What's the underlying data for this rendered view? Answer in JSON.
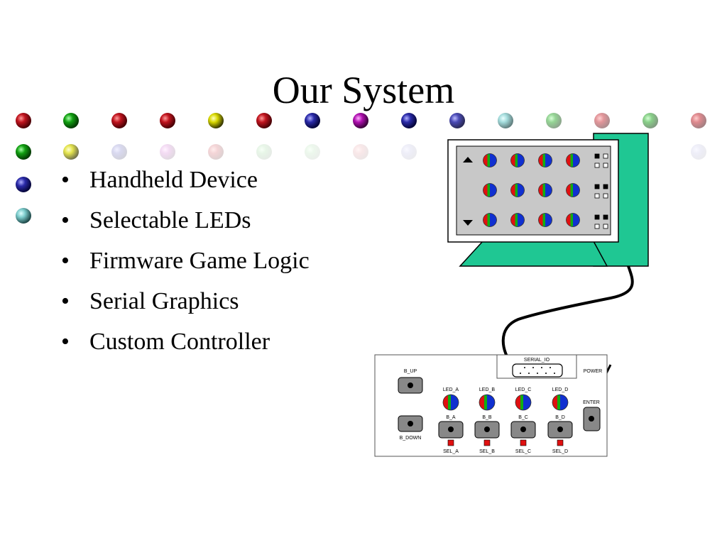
{
  "slide": {
    "title": "Our System",
    "bullets": [
      "Handheld Device",
      "Selectable LEDs",
      "Firmware Game Logic",
      "Serial Graphics",
      "Custom Controller"
    ],
    "bullet_glyph": "•"
  },
  "controller": {
    "serial_label": "SERIAL_IO",
    "power_label": "POWER",
    "enter_label": "ENTER",
    "up_label": "B_UP",
    "down_label": "B_DOWN",
    "led_labels": [
      "LED_A",
      "LED_B",
      "LED_C",
      "LED_D"
    ],
    "button_labels": [
      "B_A",
      "B_B",
      "B_C",
      "B_D"
    ],
    "select_labels": [
      "SEL_A",
      "SEL_B",
      "SEL_C",
      "SEL_D"
    ]
  },
  "colors": {
    "monitor_green": "#1fc793",
    "screen_gray": "#c8c8c8",
    "led_red": "#e01010",
    "led_green": "#10b010",
    "led_blue": "#1030d0",
    "select_red": "#e01010",
    "button_gray": "#888888"
  },
  "icons": {
    "up_arrow": "triangle-up-icon",
    "down_arrow": "triangle-down-icon",
    "led": "rgb-led-icon",
    "bead": "glass-bead-icon"
  }
}
